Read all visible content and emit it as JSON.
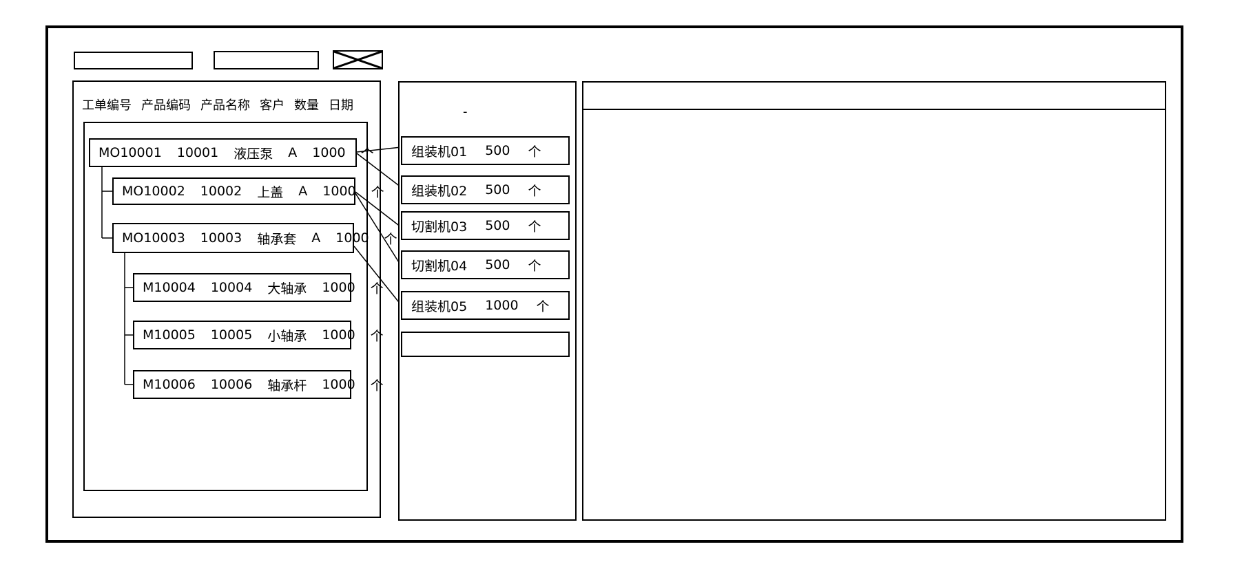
{
  "colors": {
    "line": "#000000",
    "background": "#ffffff"
  },
  "toolbar": {
    "field1_value": "",
    "field2_value": "",
    "image_placeholder_icon": "crossed-box-image-placeholder"
  },
  "left_panel": {
    "headers": [
      "工单编号",
      "产品编码",
      "产品名称",
      "客户",
      "数量",
      "日期"
    ],
    "orders": [
      {
        "order_no": "MO10001",
        "product_code": "10001",
        "product_name": "液压泵",
        "customer": "A",
        "qty": "1000",
        "unit": "个",
        "level": 0
      },
      {
        "order_no": "MO10002",
        "product_code": "10002",
        "product_name": "上盖",
        "customer": "A",
        "qty": "1000",
        "unit": "个",
        "level": 1
      },
      {
        "order_no": "MO10003",
        "product_code": "10003",
        "product_name": "轴承套",
        "customer": "A",
        "qty": "1000",
        "unit": "个",
        "level": 1
      },
      {
        "order_no": "M10004",
        "product_code": "10004",
        "product_name": "大轴承",
        "customer": "",
        "qty": "1000",
        "unit": "个",
        "level": 2
      },
      {
        "order_no": "M10005",
        "product_code": "10005",
        "product_name": "小轴承",
        "customer": "",
        "qty": "1000",
        "unit": "个",
        "level": 2
      },
      {
        "order_no": "M10006",
        "product_code": "10006",
        "product_name": "轴承杆",
        "customer": "",
        "qty": "1000",
        "unit": "个",
        "level": 2
      }
    ]
  },
  "machine_panel": {
    "dash_mark": "-",
    "machines": [
      {
        "name": "组装机01",
        "qty": "500",
        "unit": "个"
      },
      {
        "name": "组装机02",
        "qty": "500",
        "unit": "个"
      },
      {
        "name": "切割机03",
        "qty": "500",
        "unit": "个"
      },
      {
        "name": "切割机04",
        "qty": "500",
        "unit": "个"
      },
      {
        "name": "组装机05",
        "qty": "1000",
        "unit": "个"
      },
      {
        "name": "",
        "qty": "",
        "unit": ""
      }
    ]
  },
  "right_panel": {
    "content": ""
  },
  "connections": [
    {
      "from": "MO10001",
      "to": "组装机01"
    },
    {
      "from": "MO10001",
      "to": "组装机02"
    },
    {
      "from": "MO10002",
      "to": "切割机03"
    },
    {
      "from": "MO10002",
      "to": "切割机04"
    },
    {
      "from": "MO10003",
      "to": "组装机05"
    }
  ]
}
